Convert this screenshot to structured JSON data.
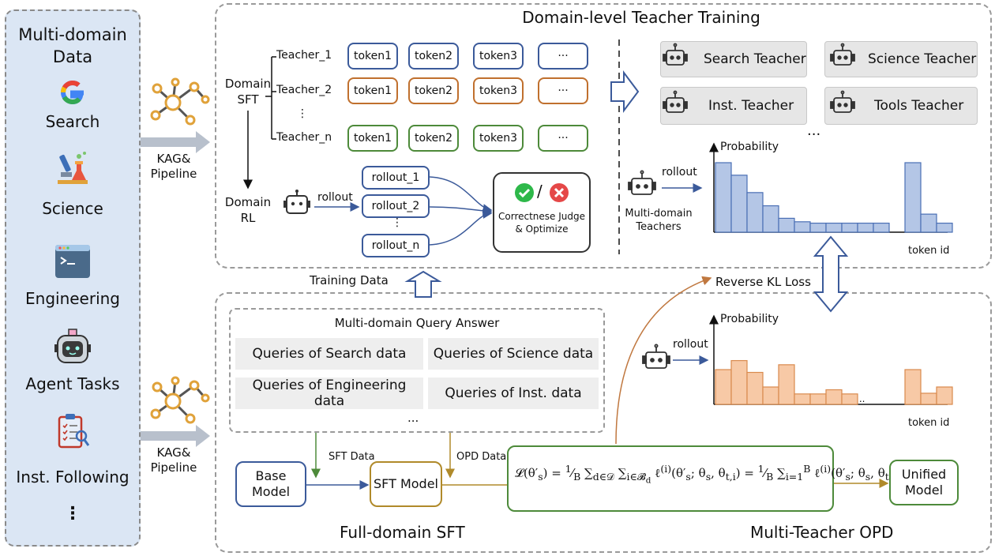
{
  "left": {
    "title": "Multi-domain Data",
    "items": [
      {
        "label": "Search",
        "icon": "google-g-icon"
      },
      {
        "label": "Science",
        "icon": "microscope-icon"
      },
      {
        "label": "Engineering",
        "icon": "terminal-window-icon"
      },
      {
        "label": "Agent Tasks",
        "icon": "robot-face-icon"
      },
      {
        "label": "Inst. Following",
        "icon": "checklist-icon"
      }
    ],
    "more": "⋮"
  },
  "pipeline": {
    "top_label": "KAG& Pipeline",
    "bottom_label": "KAG& Pipeline"
  },
  "top": {
    "title": "Domain-level Teacher Training",
    "domain_sft": "Domain SFT",
    "domain_rl": "Domain RL",
    "teachers": [
      "Teacher_1",
      "Teacher_2",
      "Teacher_n"
    ],
    "teacher_dots": "⋮",
    "token_rows": [
      [
        "token1",
        "token2",
        "token3",
        "···"
      ],
      [
        "token1",
        "token2",
        "token3",
        "···"
      ],
      [
        "token1",
        "token2",
        "token3",
        "···"
      ]
    ],
    "rollout_label": "rollout",
    "rollouts": [
      "rollout_1",
      "rollout_2",
      "rollout_n"
    ],
    "rollout_dots": "⋮",
    "judge_slash": "/",
    "judge_text": "Correctnese Judge & Optimize"
  },
  "teacher_pool": {
    "names": [
      "Search Teacher",
      "Science Teacher",
      "Inst. Teacher",
      "Tools Teacher"
    ],
    "more": "···"
  },
  "teacher_dist": {
    "rollout_label": "rollout",
    "teachers_label": "Multi-domain Teachers",
    "y_label": "Probability",
    "x_label": "token id",
    "ellipsis": "...",
    "bars": [
      1.0,
      0.82,
      0.57,
      0.38,
      0.2,
      0.15,
      0.13,
      0.13,
      0.13,
      0.13,
      0.13,
      0.0,
      1.0,
      0.26,
      0.13
    ],
    "fill": "#b4c6e6",
    "stroke": "#4a6fb5"
  },
  "student_dist": {
    "rollout_label": "rollout",
    "y_label": "Probability",
    "x_label": "token id",
    "ellipsis": "...",
    "bars": [
      0.5,
      0.63,
      0.46,
      0.25,
      0.57,
      0.15,
      0.15,
      0.21,
      0.15,
      0.0,
      0.0,
      0.0,
      0.5,
      0.16,
      0.25
    ],
    "fill": "#f7c9a6",
    "stroke": "#d98a4e"
  },
  "labels": {
    "training_data": "Training Data",
    "reverse_kl": "Reverse KL Loss"
  },
  "bottom": {
    "query_title": "Multi-domain Query Answer",
    "queries": [
      "Queries of Search data",
      "Queries of Science data",
      "Queries of Engineering data",
      "Queries of Inst. data"
    ],
    "query_more": "...",
    "sft_data": "SFT Data",
    "opd_data": "OPD Data",
    "base_model": "Base Model",
    "sft_model": "SFT Model",
    "unified_model": "Unified Model",
    "full_domain_sft": "Full-domain SFT",
    "multi_teacher_opd": "Multi-Teacher OPD"
  },
  "colors": {
    "blue": "#3b5a9a",
    "orange": "#c0702e",
    "green": "#4d8a3a",
    "gold": "#b08a2a",
    "brown": "#c07840"
  }
}
